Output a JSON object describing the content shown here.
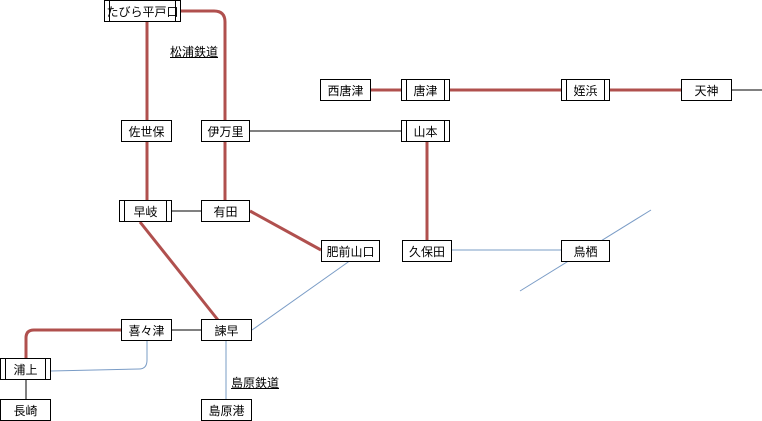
{
  "colors": {
    "jr_line": "#b0504e",
    "private_line": "#000000",
    "bus_line": "#7a9cc6"
  },
  "stations": {
    "tabira": "たびら平戸口",
    "nishikaratsu": "西唐津",
    "karatsu": "唐津",
    "meinohama": "姪浜",
    "tenjin": "天神",
    "sasebo": "佐世保",
    "imari": "伊万里",
    "yamamoto": "山本",
    "haiki": "早岐",
    "arita": "有田",
    "hizenyamaguchi": "肥前山口",
    "kubota": "久保田",
    "tosu": "鳥栖",
    "kikitsu": "喜々津",
    "isahaya": "諫早",
    "urakami": "浦上",
    "nagasaki": "長崎",
    "shimabarako": "島原港"
  },
  "line_labels": {
    "matsuura": "松浦鉄道",
    "shimabara": "島原鉄道"
  }
}
